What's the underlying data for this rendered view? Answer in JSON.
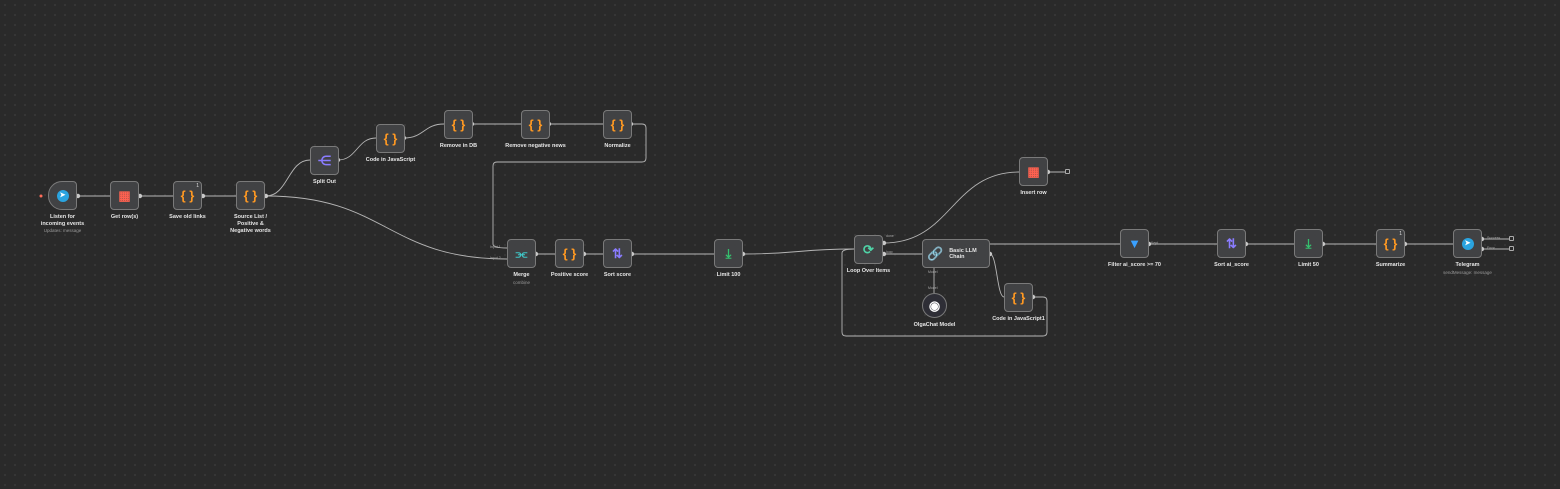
{
  "colors": {
    "code": "#ff9922",
    "table": "#ff6150",
    "telegram": "#2aa4e0",
    "merge": "#3fc6c6",
    "sort": "#8a7cff",
    "limit": "#35c06e",
    "loop": "#4fd3a7",
    "filter": "#3aa0ff"
  },
  "nodes": [
    {
      "id": "trigger",
      "label": "Listen for incoming events",
      "subtitle": "Updates: message",
      "icon": "telegram-icon"
    },
    {
      "id": "getrows",
      "label": "Get row(s)",
      "icon": "table-icon"
    },
    {
      "id": "saveold",
      "label": "Save old links",
      "icon": "code-icon",
      "badge": "1"
    },
    {
      "id": "source",
      "label": "Source List / Positive & Negative words",
      "icon": "code-icon"
    },
    {
      "id": "split",
      "label": "Split Out",
      "icon": "split-icon"
    },
    {
      "id": "code1",
      "label": "Code in JavaScript",
      "icon": "code-icon"
    },
    {
      "id": "removedb",
      "label": "Remove in DB",
      "icon": "code-icon"
    },
    {
      "id": "removeneg",
      "label": "Remove negative news",
      "icon": "code-icon"
    },
    {
      "id": "normalize",
      "label": "Normalize",
      "icon": "code-icon"
    },
    {
      "id": "merge",
      "label": "Merge",
      "subtitle": "combine",
      "icon": "merge-icon"
    },
    {
      "id": "posscore",
      "label": "Positive score",
      "icon": "code-icon"
    },
    {
      "id": "sortscore",
      "label": "Sort score",
      "icon": "sort-icon"
    },
    {
      "id": "limit100",
      "label": "Limit 100",
      "icon": "limit-icon"
    },
    {
      "id": "loop",
      "label": "Loop Over Items",
      "icon": "loop-icon"
    },
    {
      "id": "insert",
      "label": "Insert row",
      "icon": "table-icon"
    },
    {
      "id": "llm",
      "label": "Basic LLM Chain",
      "icon": "link-icon"
    },
    {
      "id": "model",
      "label": "OlgaChat Model",
      "icon": "model-icon"
    },
    {
      "id": "code2",
      "label": "Code in JavaScript1",
      "icon": "code-icon"
    },
    {
      "id": "filter",
      "label": "Filter ai_score >= 70",
      "icon": "filter-icon"
    },
    {
      "id": "sortai",
      "label": "Sort ai_score",
      "icon": "sort-icon"
    },
    {
      "id": "limit50",
      "label": "Limit 50",
      "icon": "limit-icon"
    },
    {
      "id": "summarize",
      "label": "Summarize",
      "icon": "code-icon",
      "badge": "1"
    },
    {
      "id": "telegram",
      "label": "Telegram",
      "subtitle": "sendMessage: message",
      "icon": "telegram-icon"
    }
  ],
  "ports": {
    "merge_in1": "Input 1",
    "merge_in2": "Input 2",
    "loop_done": "done",
    "loop_loop": "loop",
    "llm_model": "Model",
    "model_out": "Model",
    "filter_kept": "Kept",
    "tg_success": "Success",
    "tg_error": "Error"
  }
}
